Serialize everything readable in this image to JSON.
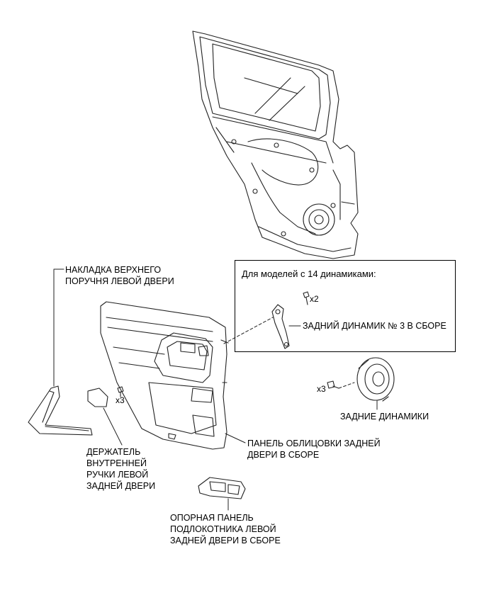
{
  "inset": {
    "title": "Для моделей с 14 динамиками:",
    "speaker_label": "ЗАДНИЙ ДИНАМИК № 3 В СБОРЕ",
    "screw_qty": "x2"
  },
  "labels": {
    "upper_armrest_cover": [
      "НАКЛАДКА ВЕРХНЕГО",
      "ПОРУЧНЯ ЛЕВОЙ ДВЕРИ"
    ],
    "inner_handle_bezel": [
      "ДЕРЖАТЕЛЬ",
      "ВНУТРЕННЕЙ",
      "РУЧКИ ЛЕВОЙ",
      "ЗАДНЕЙ ДВЕРИ"
    ],
    "door_trim_panel": [
      "ПАНЕЛЬ ОБЛИЦОВКИ ЗАДНЕЙ",
      "ДВЕРИ В СБОРЕ"
    ],
    "armrest_base_panel": [
      "ОПОРНАЯ ПАНЕЛЬ",
      "ПОДЛОКОТНИКА ЛЕВОЙ",
      "ЗАДНЕЙ ДВЕРИ В СБОРЕ"
    ],
    "rear_speakers": "ЗАДНИЕ ДИНАМИКИ"
  },
  "quantities": {
    "trim_clips": "x3",
    "speaker_screws": "x3"
  }
}
